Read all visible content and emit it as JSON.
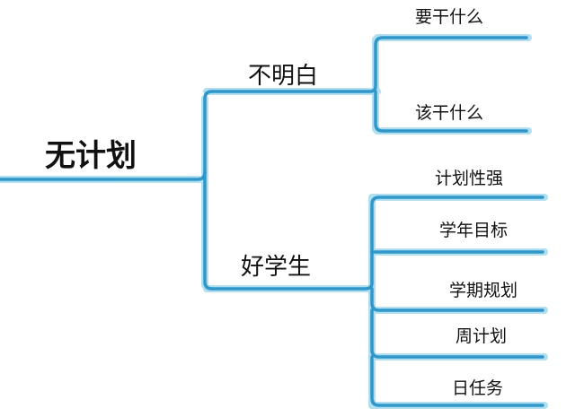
{
  "root": {
    "label": "无计划"
  },
  "branches": [
    {
      "label": "不明白",
      "children": [
        "要干什么",
        "该干什么"
      ]
    },
    {
      "label": "好学生",
      "children": [
        "计划性强",
        "学年目标",
        "学期规划",
        "周计划",
        "日任务"
      ]
    }
  ],
  "colors": {
    "line": "#2f97c9",
    "line_light": "#a9dcef",
    "text": "#111111"
  }
}
